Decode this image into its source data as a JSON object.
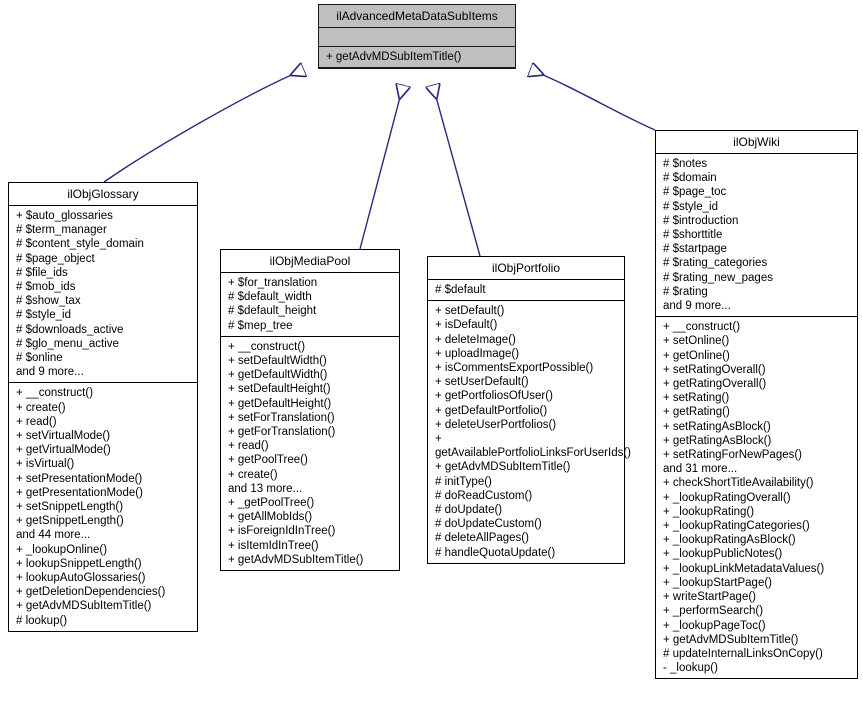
{
  "diagram": {
    "type": "uml-class-inheritance",
    "title": "ilAdvancedMetaDataSubItems inheritance diagram",
    "colors": {
      "root_fill": "#bfbfbf",
      "box_fill": "#ffffff",
      "border": "#000000",
      "edge": "#2a2a7a"
    }
  },
  "classes": {
    "root": {
      "name": "ilAdvancedMetaDataSubItems",
      "attributes": [],
      "methods": [
        "+ getAdvMDSubItemTitle()"
      ]
    },
    "glossary": {
      "name": "ilObjGlossary",
      "attributes": [
        "+ $auto_glossaries",
        "# $term_manager",
        "# $content_style_domain",
        "# $page_object",
        "# $file_ids",
        "# $mob_ids",
        "# $show_tax",
        "# $style_id",
        "# $downloads_active",
        "# $glo_menu_active",
        "# $online",
        "and 9 more..."
      ],
      "methods": [
        "+ __construct()",
        "+ create()",
        "+ read()",
        "+ setVirtualMode()",
        "+ getVirtualMode()",
        "+ isVirtual()",
        "+ setPresentationMode()",
        "+ getPresentationMode()",
        "+ setSnippetLength()",
        "+ getSnippetLength()",
        "and 44 more...",
        "+ _lookupOnline()",
        "+ lookupSnippetLength()",
        "+ lookupAutoGlossaries()",
        "+ getDeletionDependencies()",
        "+ getAdvMDSubItemTitle()",
        "# lookup()"
      ]
    },
    "mediapool": {
      "name": "ilObjMediaPool",
      "attributes": [
        "+ $for_translation",
        "# $default_width",
        "# $default_height",
        "# $mep_tree"
      ],
      "methods": [
        "+ __construct()",
        "+ setDefaultWidth()",
        "+ getDefaultWidth()",
        "+ setDefaultHeight()",
        "+ getDefaultHeight()",
        "+ setForTranslation()",
        "+ getForTranslation()",
        "+ read()",
        "+ getPoolTree()",
        "+ create()",
        "and 13 more...",
        "+ _getPoolTree()",
        "+ getAllMobIds()",
        "+ isForeignIdInTree()",
        "+ isItemIdInTree()",
        "+ getAdvMDSubItemTitle()"
      ]
    },
    "portfolio": {
      "name": "ilObjPortfolio",
      "attributes": [
        "# $default"
      ],
      "methods": [
        "+ setDefault()",
        "+ isDefault()",
        "+ deleteImage()",
        "+ uploadImage()",
        "+ isCommentsExportPossible()",
        "+ setUserDefault()",
        "+ getPortfoliosOfUser()",
        "+ getDefaultPortfolio()",
        "+ deleteUserPortfolios()",
        "+ getAvailablePortfolioLinksForUserIds()",
        "+ getAdvMDSubItemTitle()",
        "# initType()",
        "# doReadCustom()",
        "# doUpdate()",
        "# doUpdateCustom()",
        "# deleteAllPages()",
        "# handleQuotaUpdate()"
      ]
    },
    "wiki": {
      "name": "ilObjWiki",
      "attributes": [
        "# $notes",
        "# $domain",
        "# $page_toc",
        "# $style_id",
        "# $introduction",
        "# $shorttitle",
        "# $startpage",
        "# $rating_categories",
        "# $rating_new_pages",
        "# $rating",
        "and 9 more..."
      ],
      "methods": [
        "+ __construct()",
        "+ setOnline()",
        "+ getOnline()",
        "+ setRatingOverall()",
        "+ getRatingOverall()",
        "+ setRating()",
        "+ getRating()",
        "+ setRatingAsBlock()",
        "+ getRatingAsBlock()",
        "+ setRatingForNewPages()",
        "and 31 more...",
        "+ checkShortTitleAvailability()",
        "+ _lookupRatingOverall()",
        "+ _lookupRating()",
        "+ _lookupRatingCategories()",
        "+ _lookupRatingAsBlock()",
        "+ _lookupPublicNotes()",
        "+ _lookupLinkMetadataValues()",
        "+ _lookupStartPage()",
        "+ writeStartPage()",
        "+ _performSearch()",
        "+ _lookupPageToc()",
        "+ getAdvMDSubItemTitle()",
        "# updateInternalLinksOnCopy()",
        "- _lookup()"
      ]
    }
  },
  "edges": [
    {
      "from": "glossary",
      "to": "root",
      "kind": "generalization"
    },
    {
      "from": "mediapool",
      "to": "root",
      "kind": "generalization"
    },
    {
      "from": "portfolio",
      "to": "root",
      "kind": "generalization"
    },
    {
      "from": "wiki",
      "to": "root",
      "kind": "generalization"
    }
  ]
}
